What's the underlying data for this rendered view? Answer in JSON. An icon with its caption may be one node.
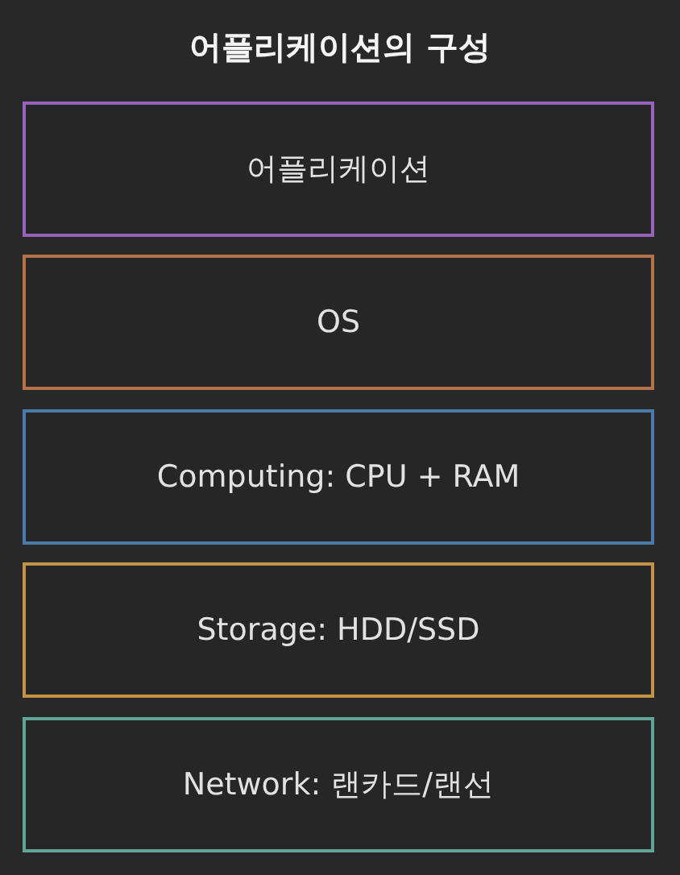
{
  "diagram": {
    "title": "어플리케이션의 구성",
    "nodes": [
      {
        "text": [
          "어플리케이션"
        ]
      },
      {
        "text": [
          "OS"
        ]
      },
      {
        "text": [
          "Computing: CPU + RAM"
        ]
      },
      {
        "text": [
          "Storage: HDD/SSD"
        ]
      },
      {
        "text": [
          "Network: 랜카드/랜선"
        ]
      }
    ]
  }
}
